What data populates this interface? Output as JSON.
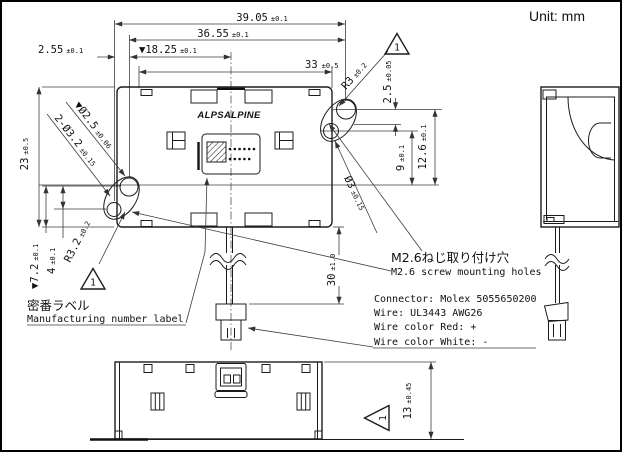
{
  "meta": {
    "unit_label": "Unit: mm"
  },
  "logo": "ALPSALPINE",
  "markers": {
    "note1": "1"
  },
  "dims": {
    "overall_width": {
      "v": "39.05",
      "t": "±0.1"
    },
    "body_width": {
      "v": "36.55",
      "t": "±0.1"
    },
    "hole_pitch_x": {
      "v": "2.55",
      "t": "±0.1"
    },
    "hole_to_center": {
      "v": "▼18.25",
      "t": "±0.1"
    },
    "tab_span": {
      "v": "33",
      "t": "±0.5"
    },
    "body_height": {
      "v": "23",
      "t": "±0.5"
    },
    "press_hole_dia": {
      "v": "▼Ø2.5",
      "t": "±0.06"
    },
    "screw_hole_dia": {
      "v": "2-Ø3.2",
      "t": "±0.15"
    },
    "boss_radius_right": {
      "v": "R3",
      "t": "±0.2"
    },
    "boss_step": {
      "v": "2.5",
      "t": "±0.05"
    },
    "hole_height_upper": {
      "v": "12.6",
      "t": "±0.1"
    },
    "hole_height_lower": {
      "v": "9",
      "t": "±0.1"
    },
    "thru_hole_dia": {
      "v": "Ø3",
      "t": "±0.15"
    },
    "hole_from_bottom": {
      "v": "▼7.2",
      "t": "±0.1"
    },
    "hole_pitch_y": {
      "v": "4",
      "t": "±0.1"
    },
    "boss_radius_left": {
      "v": "R3.2",
      "t": "±0.2"
    },
    "wire_length": {
      "v": "30",
      "t": "±1.0"
    },
    "body_depth": {
      "v": "13",
      "t": "±0.45"
    }
  },
  "notes": {
    "label_jp": "密番ラベル",
    "label_en": "Manufacturing number label",
    "screw_jp": "M2.6ねじ取り付け穴",
    "screw_en": "M2.6 screw mounting holes",
    "connector": "Connector: Molex 5055650200",
    "wire": "Wire: UL3443 AWG26",
    "wire_red": "Wire color Red: +",
    "wire_white": "Wire color White: -"
  }
}
